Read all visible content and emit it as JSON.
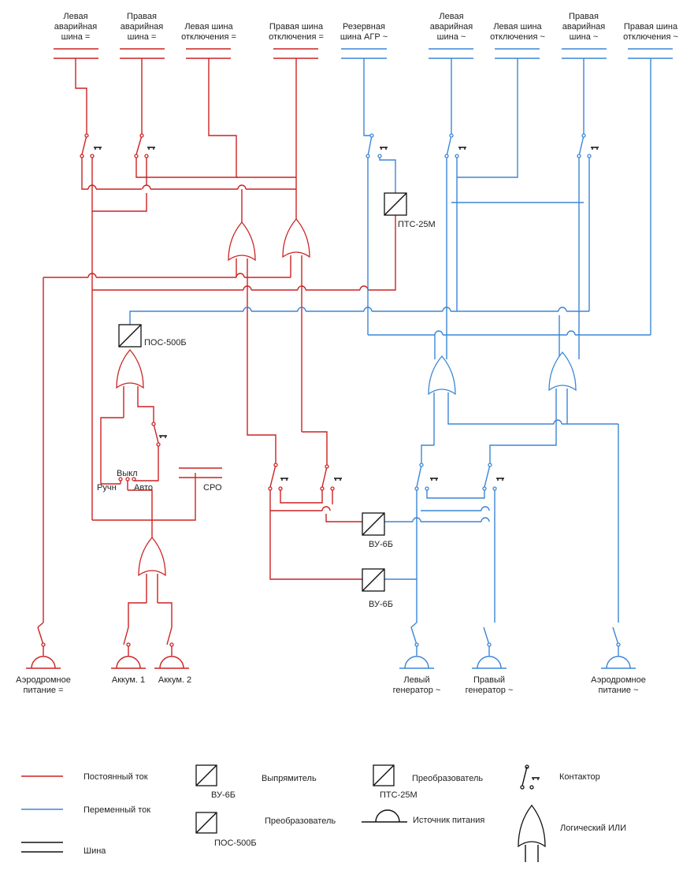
{
  "buses": [
    {
      "id": "bus1",
      "lines": [
        "Левая",
        "аварийная",
        "шина ="
      ]
    },
    {
      "id": "bus2",
      "lines": [
        "Правая",
        "аварийная",
        "шина ="
      ]
    },
    {
      "id": "bus3",
      "lines": [
        "Левая шина",
        "отключения ="
      ]
    },
    {
      "id": "bus4",
      "lines": [
        "Правая шина",
        "отключения ="
      ]
    },
    {
      "id": "bus5",
      "lines": [
        "Резервная",
        "шина АГР ~"
      ]
    },
    {
      "id": "bus6",
      "lines": [
        "Левая",
        "аварийная",
        "шина ~"
      ]
    },
    {
      "id": "bus7",
      "lines": [
        "Левая шина",
        "отключения ~"
      ]
    },
    {
      "id": "bus8",
      "lines": [
        "Правая",
        "аварийная",
        "шина ~"
      ]
    },
    {
      "id": "bus9",
      "lines": [
        "Правая шина",
        "отключения ~"
      ]
    }
  ],
  "devices": {
    "pts": "ПТС-25М",
    "pos": "ПОС-500Б",
    "vu1": "ВУ-6Б",
    "vu2": "ВУ-6Б",
    "sro": "СРО",
    "switch_off": "Выкл",
    "switch_manual": "Ручн",
    "switch_auto": "Авто"
  },
  "sources": [
    {
      "id": "src1",
      "lines": [
        "Аэродромное",
        "питание ="
      ]
    },
    {
      "id": "src2",
      "lines": [
        "Аккум. 1"
      ]
    },
    {
      "id": "src3",
      "lines": [
        "Аккум. 2"
      ]
    },
    {
      "id": "src4",
      "lines": [
        "Левый",
        "генератор ~"
      ]
    },
    {
      "id": "src5",
      "lines": [
        "Правый",
        "генератор ~"
      ]
    },
    {
      "id": "src6",
      "lines": [
        "Аэродромное",
        "питание ~"
      ]
    }
  ],
  "legend": {
    "dc": "Постоянный ток",
    "ac": "Переменный ток",
    "bus": "Шина",
    "rectifier": "Выпрямитель",
    "rectifier_tag": "ВУ-6Б",
    "converter1": "Преобразователь",
    "converter1_tag": "ПОС-500Б",
    "converter2": "Преобразователь",
    "converter2_tag": "ПТС-25М",
    "source": "Источник питания",
    "contactor": "Контактор",
    "or_gate": "Логический ИЛИ"
  },
  "colors": {
    "dc": "#cc2222",
    "ac": "#3b86d6",
    "bus": "#111111"
  }
}
